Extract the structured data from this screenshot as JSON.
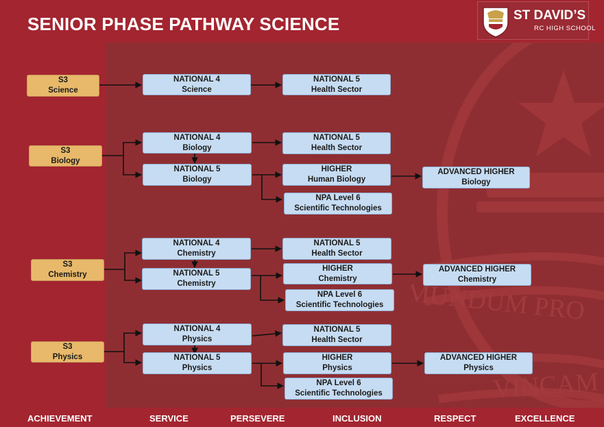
{
  "title": "SENIOR PHASE PATHWAY SCIENCE",
  "logo": {
    "name": "ST DAVID’S",
    "subtitle": "RC HIGH SCHOOL"
  },
  "watermark": {
    "line1": "MUNDUM PRO",
    "line2": "VINCAM"
  },
  "colors": {
    "background": "#a32530",
    "panel": "#8f2e32",
    "s3_box": "#e8b96a",
    "course_box": "#c6dcf2"
  },
  "science": {
    "s3": [
      "S3",
      "Science"
    ],
    "n4": [
      "NATIONAL 4",
      "Science"
    ],
    "n5": [
      "NATIONAL 5",
      "Health Sector"
    ]
  },
  "biology": {
    "s3": [
      "S3",
      "Biology"
    ],
    "n4": [
      "NATIONAL 4",
      "Biology"
    ],
    "n5_hs": [
      "NATIONAL 5",
      "Health Sector"
    ],
    "n5": [
      "NATIONAL 5",
      "Biology"
    ],
    "higher": [
      "HIGHER",
      "Human Biology"
    ],
    "npa": [
      "NPA Level 6",
      "Scientific Technologies"
    ],
    "adv": [
      "ADVANCED HIGHER",
      "Biology"
    ]
  },
  "chemistry": {
    "s3": [
      "S3",
      "Chemistry"
    ],
    "n4": [
      "NATIONAL 4",
      "Chemistry"
    ],
    "n5_hs": [
      "NATIONAL 5",
      "Health Sector"
    ],
    "n5": [
      "NATIONAL 5",
      "Chemistry"
    ],
    "higher": [
      "HIGHER",
      "Chemistry"
    ],
    "npa": [
      "NPA Level 6",
      "Scientific Technologies"
    ],
    "adv": [
      "ADVANCED HIGHER",
      "Chemistry"
    ]
  },
  "physics": {
    "s3": [
      "S3",
      "Physics"
    ],
    "n4": [
      "NATIONAL 4",
      "Physics"
    ],
    "n5_hs": [
      "NATIONAL 5",
      "Health Sector"
    ],
    "n5": [
      "NATIONAL 5",
      "Physics"
    ],
    "higher": [
      "HIGHER",
      "Physics"
    ],
    "npa": [
      "NPA Level 6",
      "Scientific Technologies"
    ],
    "adv": [
      "ADVANCED HIGHER",
      "Physics"
    ]
  },
  "values": [
    "ACHIEVEMENT",
    "SERVICE",
    "PERSEVERE",
    "INCLUSION",
    "RESPECT",
    "EXCELLENCE"
  ]
}
